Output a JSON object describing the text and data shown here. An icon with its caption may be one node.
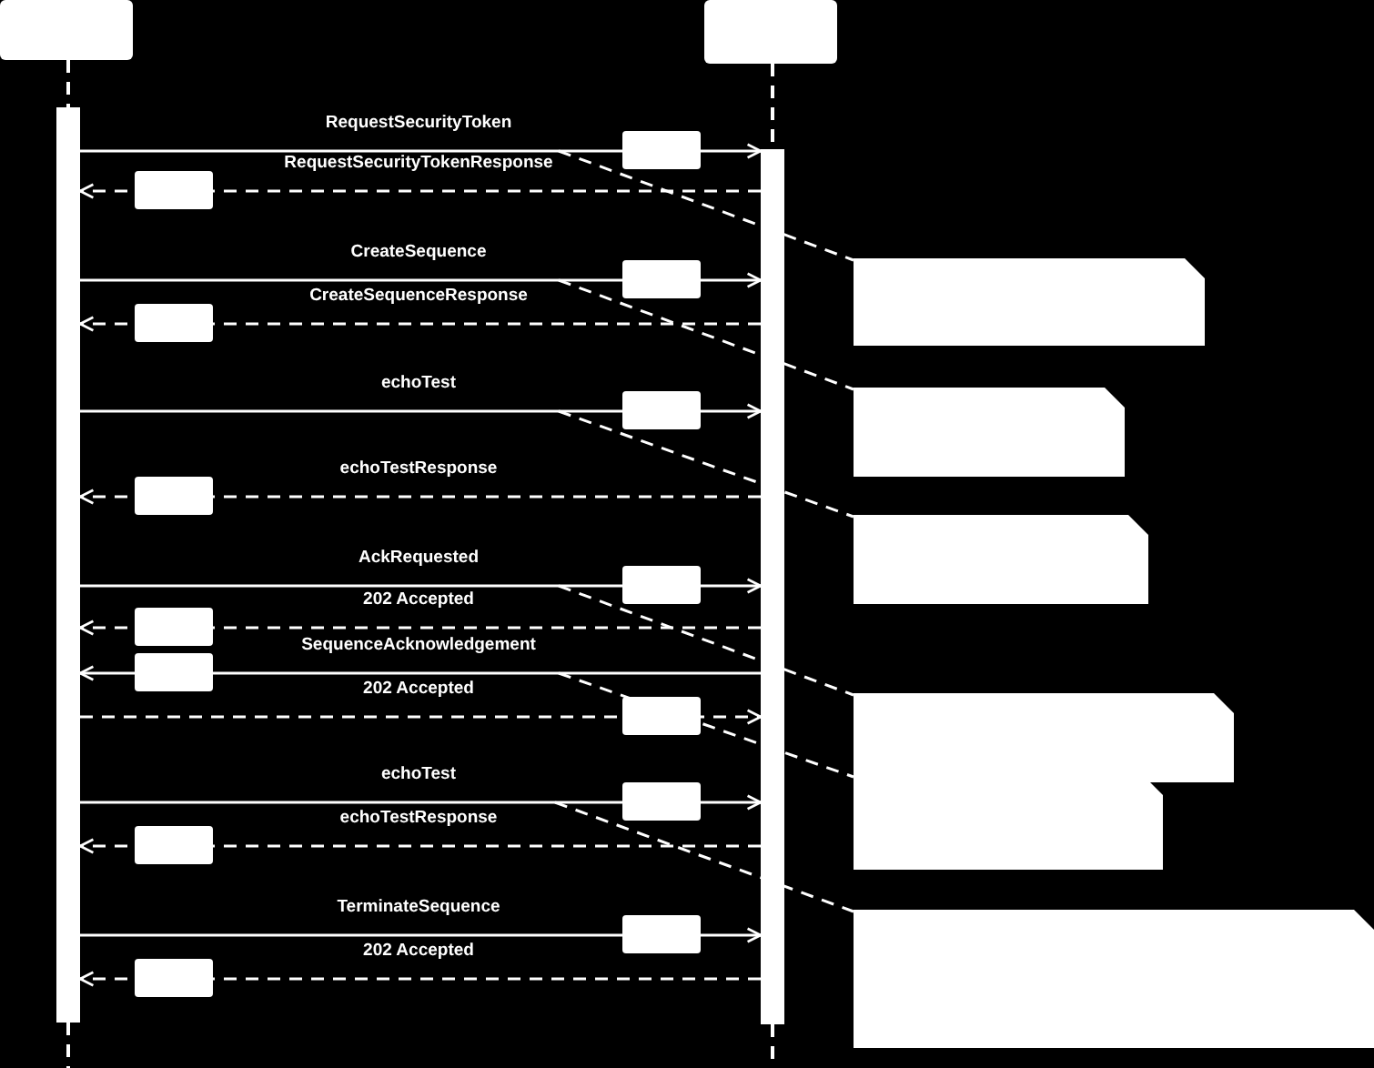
{
  "diagram": {
    "nodes": [
      {
        "text": [],
        "shape": "box"
      },
      {
        "text": [],
        "shape": "box"
      },
      {
        "text": [],
        "shape": "bar"
      },
      {
        "text": [],
        "shape": "bar"
      },
      {
        "text": [],
        "shape": "note"
      },
      {
        "text": [],
        "shape": "note"
      },
      {
        "text": [],
        "shape": "note"
      },
      {
        "text": [],
        "shape": "note"
      },
      {
        "text": [],
        "shape": "note"
      },
      {
        "text": [],
        "shape": "note"
      }
    ],
    "edges": [
      {
        "from": 0,
        "to": 2,
        "arrow": "none",
        "style": "dashed"
      },
      {
        "from": 2,
        "to": null,
        "arrow": "none",
        "style": "dashed"
      },
      {
        "from": 1,
        "to": 3,
        "arrow": "none",
        "style": "dashed"
      },
      {
        "from": 3,
        "to": null,
        "arrow": "none",
        "style": "dashed"
      },
      {
        "from": 2,
        "to": 3,
        "arrow": "to",
        "label": "RequestSecurityToken"
      },
      {
        "from": 3,
        "to": 2,
        "arrow": "to",
        "label": "RequestSecurityTokenResponse",
        "style": "dashed"
      },
      {
        "from": 2,
        "to": 3,
        "arrow": "to",
        "label": "CreateSequence"
      },
      {
        "from": 3,
        "to": 2,
        "arrow": "to",
        "label": "CreateSequenceResponse",
        "style": "dashed"
      },
      {
        "from": 2,
        "to": 3,
        "arrow": "to",
        "label": "echoTest"
      },
      {
        "from": 3,
        "to": 2,
        "arrow": "to",
        "label": "echoTestResponse",
        "style": "dashed"
      },
      {
        "from": 2,
        "to": 3,
        "arrow": "to",
        "label": "AckRequested"
      },
      {
        "from": 3,
        "to": 2,
        "arrow": "to",
        "label": "202 Accepted",
        "style": "dashed"
      },
      {
        "from": 3,
        "to": 2,
        "arrow": "to",
        "label": "SequenceAcknowledgement"
      },
      {
        "from": 2,
        "to": 3,
        "arrow": "to",
        "label": "202 Accepted",
        "style": "dashed"
      },
      {
        "from": 2,
        "to": 3,
        "arrow": "to",
        "label": "echoTest"
      },
      {
        "from": 3,
        "to": 2,
        "arrow": "to",
        "label": "echoTestResponse",
        "style": "dashed"
      },
      {
        "from": 2,
        "to": 3,
        "arrow": "to",
        "label": "TerminateSequence"
      },
      {
        "from": 3,
        "to": 2,
        "arrow": "to",
        "label": "202 Accepted",
        "style": "dashed"
      },
      {
        "from": null,
        "to": 4,
        "arrow": "none",
        "style": "dashed"
      },
      {
        "from": null,
        "to": 5,
        "arrow": "none",
        "style": "dashed"
      },
      {
        "from": null,
        "to": 6,
        "arrow": "none",
        "style": "dashed"
      },
      {
        "from": null,
        "to": 7,
        "arrow": "none",
        "style": "dashed"
      },
      {
        "from": null,
        "to": 8,
        "arrow": "none",
        "style": "dashed"
      },
      {
        "from": null,
        "to": 9,
        "arrow": "none",
        "style": "dashed"
      }
    ]
  }
}
